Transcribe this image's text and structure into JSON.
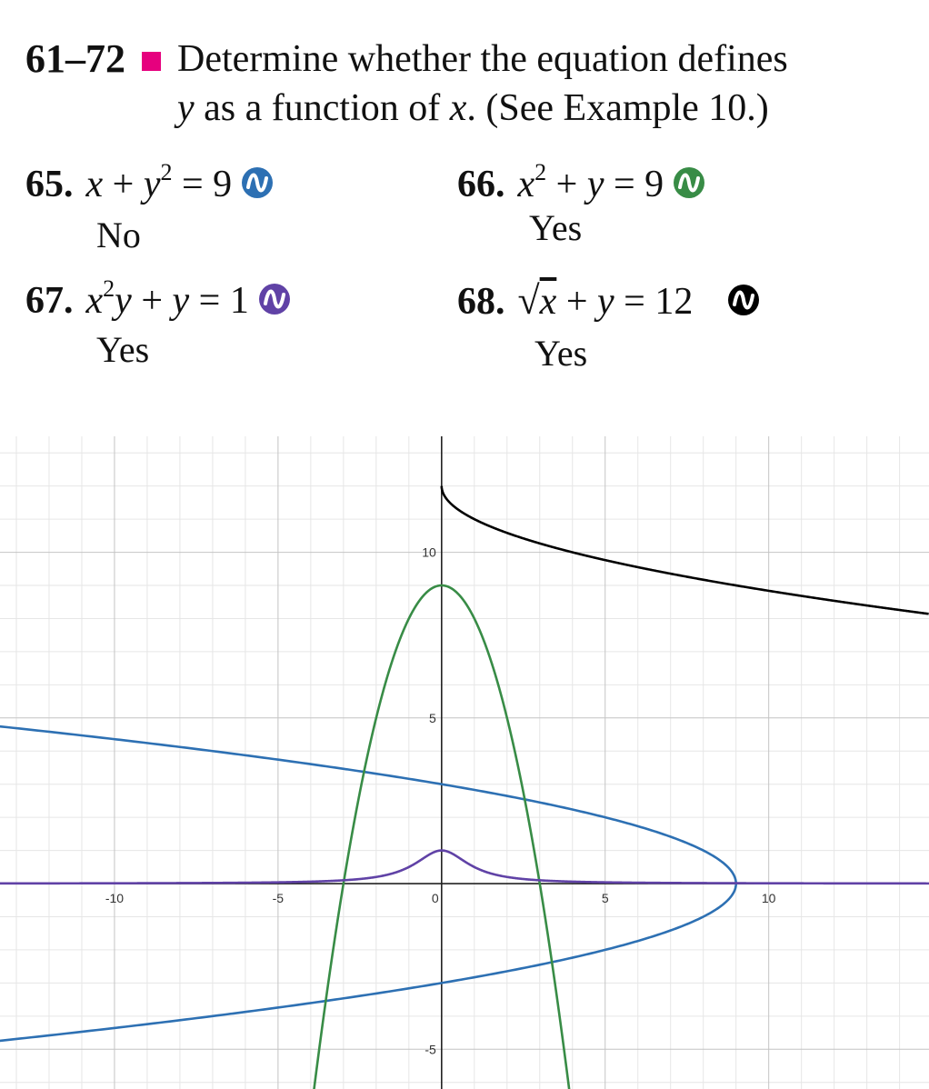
{
  "header": {
    "range": "61–72",
    "instr_line1": "Determine whether the equation defines",
    "instr_line2_var_y": "y",
    "instr_line2_mid": " as a function of ",
    "instr_line2_var_x": "x",
    "instr_line2_end": ". (See Example 10.)",
    "accent_color": "#e6007e"
  },
  "problems": [
    {
      "number": "65.",
      "answer": "No",
      "badge_color": "#2d70b3",
      "badge_icon": "wave-icon"
    },
    {
      "number": "66.",
      "answer": "Yes",
      "badge_color": "#388c46",
      "badge_icon": "wave-icon"
    },
    {
      "number": "67.",
      "answer": "Yes",
      "badge_color": "#6042a6",
      "badge_icon": "wave-icon"
    },
    {
      "number": "68.",
      "answer": "Yes",
      "badge_color": "#000000",
      "badge_icon": "wave-icon"
    }
  ],
  "chart_data": {
    "type": "line",
    "xlim": [
      -13.5,
      14.9
    ],
    "ylim": [
      -6.2,
      13.5
    ],
    "grid": true,
    "minor_grid_step": 1,
    "major_grid_step": 5,
    "x_ticks": [
      {
        "value": -10,
        "label": "-10"
      },
      {
        "value": -5,
        "label": "-5"
      },
      {
        "value": 0,
        "label": "0"
      },
      {
        "value": 5,
        "label": "5"
      },
      {
        "value": 10,
        "label": "10"
      }
    ],
    "y_ticks": [
      {
        "value": 10,
        "label": "10"
      },
      {
        "value": 5,
        "label": "5"
      },
      {
        "value": -5,
        "label": "-5"
      }
    ],
    "series": [
      {
        "equation": "x + y^2 = 9",
        "color": "#2d70b3"
      },
      {
        "equation": "x^2 + y = 9",
        "color": "#388c46"
      },
      {
        "equation": "x^2 y + y = 1",
        "color": "#6042a6"
      },
      {
        "equation": "sqrt(x) + y = 12",
        "color": "#000000"
      }
    ]
  }
}
